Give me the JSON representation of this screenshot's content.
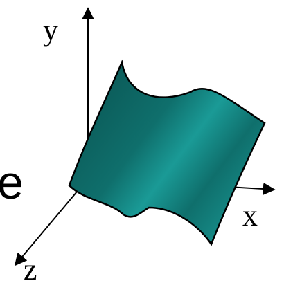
{
  "axes": {
    "x_label": "x",
    "y_label": "y",
    "z_label": "z"
  },
  "side_text": "e",
  "colors": {
    "axis": "#000000",
    "surface_light": "#1a9a96",
    "surface_mid": "#0f6f6c",
    "surface_dark": "#0a5553",
    "outline": "#000000"
  }
}
